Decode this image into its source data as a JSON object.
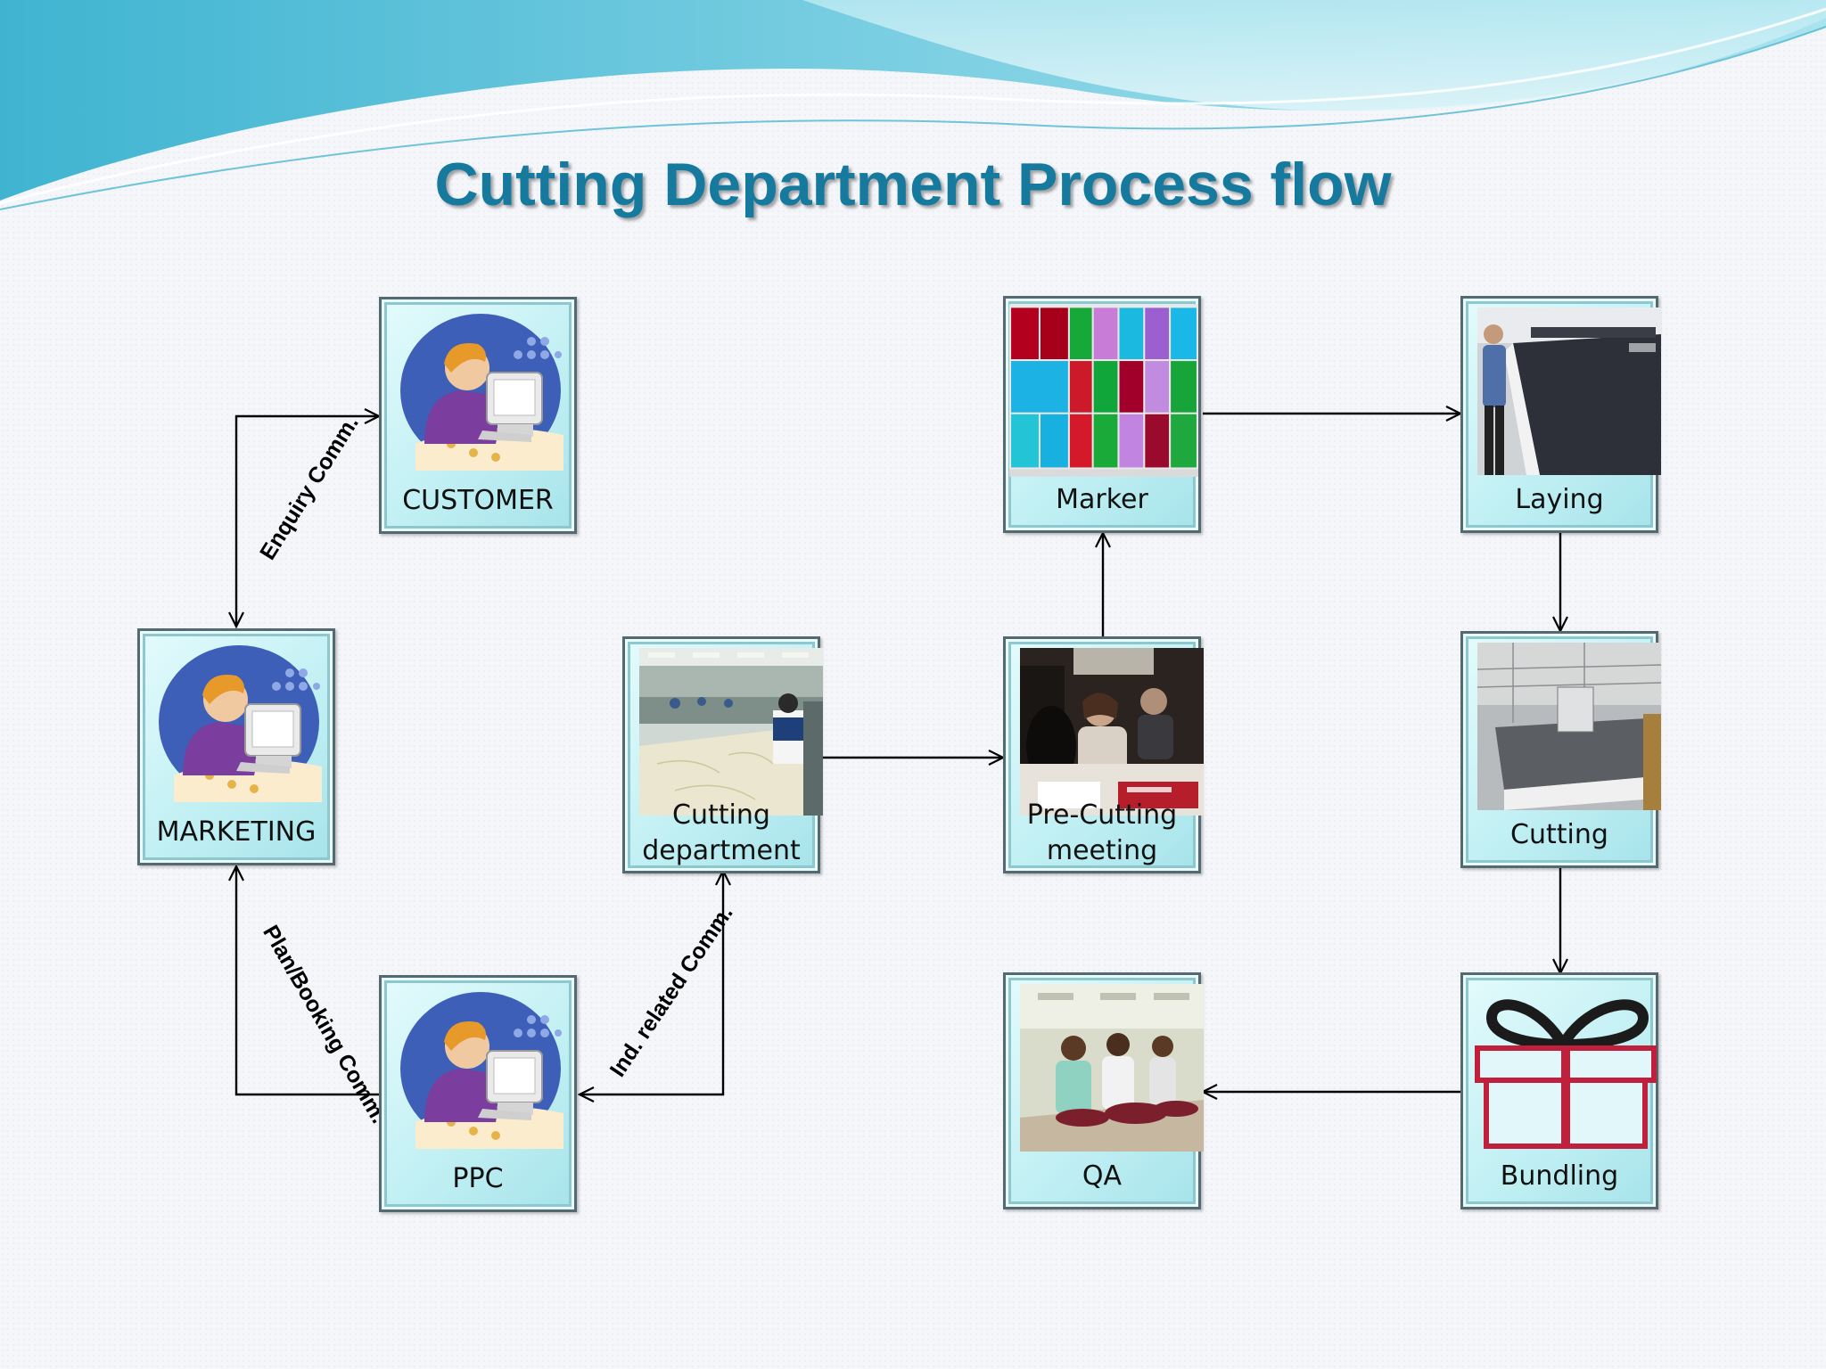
{
  "title": "Cutting Department Process flow",
  "colors": {
    "title": "#16799e",
    "node_fill": "#bfeff3",
    "node_border": "#556a70",
    "wave_dark": "#3fb4d1",
    "wave_light": "#a8e3ee",
    "gift_ribbon": "#c0203c"
  },
  "nodes": {
    "customer": {
      "label": "CUSTOMER",
      "icon": "person-at-computer-icon"
    },
    "marketing": {
      "label": "MARKETING",
      "icon": "person-at-computer-icon"
    },
    "ppc": {
      "label": "PPC",
      "icon": "person-at-computer-icon"
    },
    "cutting_department": {
      "label_line1": "Cutting",
      "label_line2": "department",
      "icon": "cutting-floor-photo"
    },
    "pre_cutting_meeting": {
      "label_line1": "Pre-Cutting",
      "label_line2": "meeting",
      "icon": "meeting-photo"
    },
    "marker": {
      "label": "Marker",
      "icon": "marker-layout-photo"
    },
    "laying": {
      "label": "Laying",
      "icon": "fabric-laying-photo"
    },
    "cutting": {
      "label": "Cutting",
      "icon": "cutting-machine-photo"
    },
    "bundling": {
      "label": "Bundling",
      "icon": "gift-box-icon"
    },
    "qa": {
      "label": "QA",
      "icon": "inspection-photo"
    }
  },
  "edge_labels": {
    "enquiry": "Enquiry Comm.",
    "plan_booking": "Plan/Booking Comm.",
    "ind_related": "Ind. related Comm."
  }
}
